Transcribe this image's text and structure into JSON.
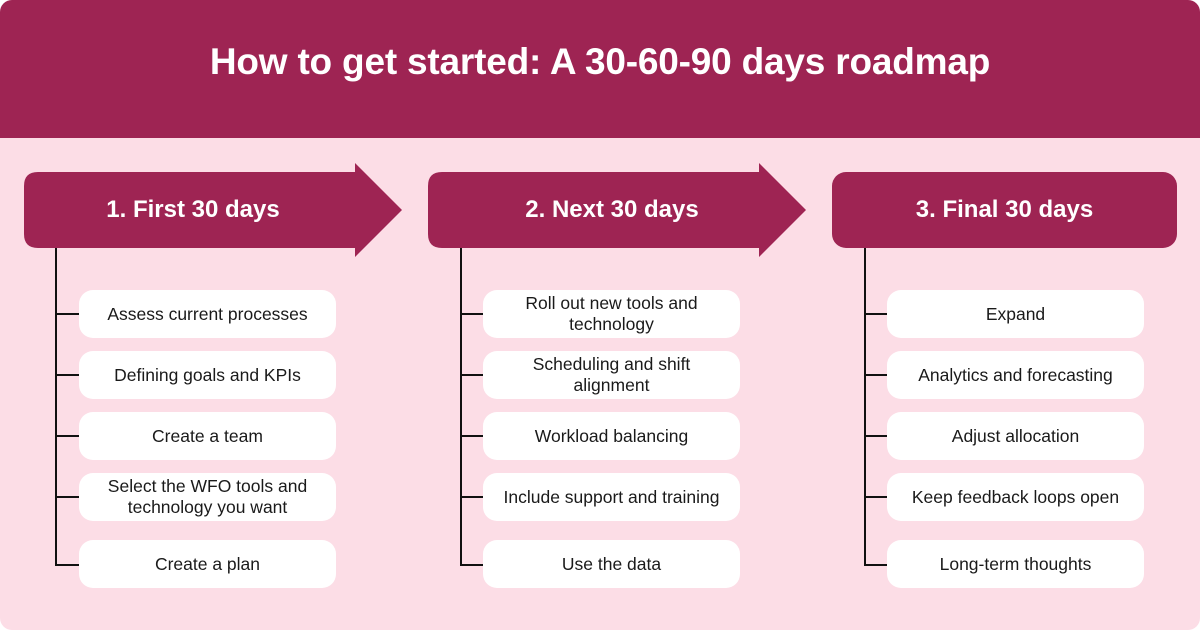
{
  "title": "How to get started: A 30-60-90 days roadmap",
  "colors": {
    "primary": "#9E2453",
    "background": "#FCDDE6",
    "item_bg": "#FFFFFF",
    "connector": "#111111"
  },
  "phases": [
    {
      "label": "1. First 30 days",
      "shape": "arrow",
      "items": [
        "Assess current processes",
        "Defining goals and KPIs",
        "Create a team",
        "Select the WFO tools and technology you want",
        "Create a plan"
      ]
    },
    {
      "label": "2. Next 30 days",
      "shape": "arrow",
      "items": [
        "Roll out new tools and technology",
        "Scheduling and shift alignment",
        "Workload balancing",
        "Include support and training",
        "Use the data"
      ]
    },
    {
      "label": "3. Final 30 days",
      "shape": "rounded-rectangle",
      "items": [
        "Expand",
        "Analytics and forecasting",
        "Adjust allocation",
        "Keep feedback loops open",
        "Long-term thoughts"
      ]
    }
  ]
}
